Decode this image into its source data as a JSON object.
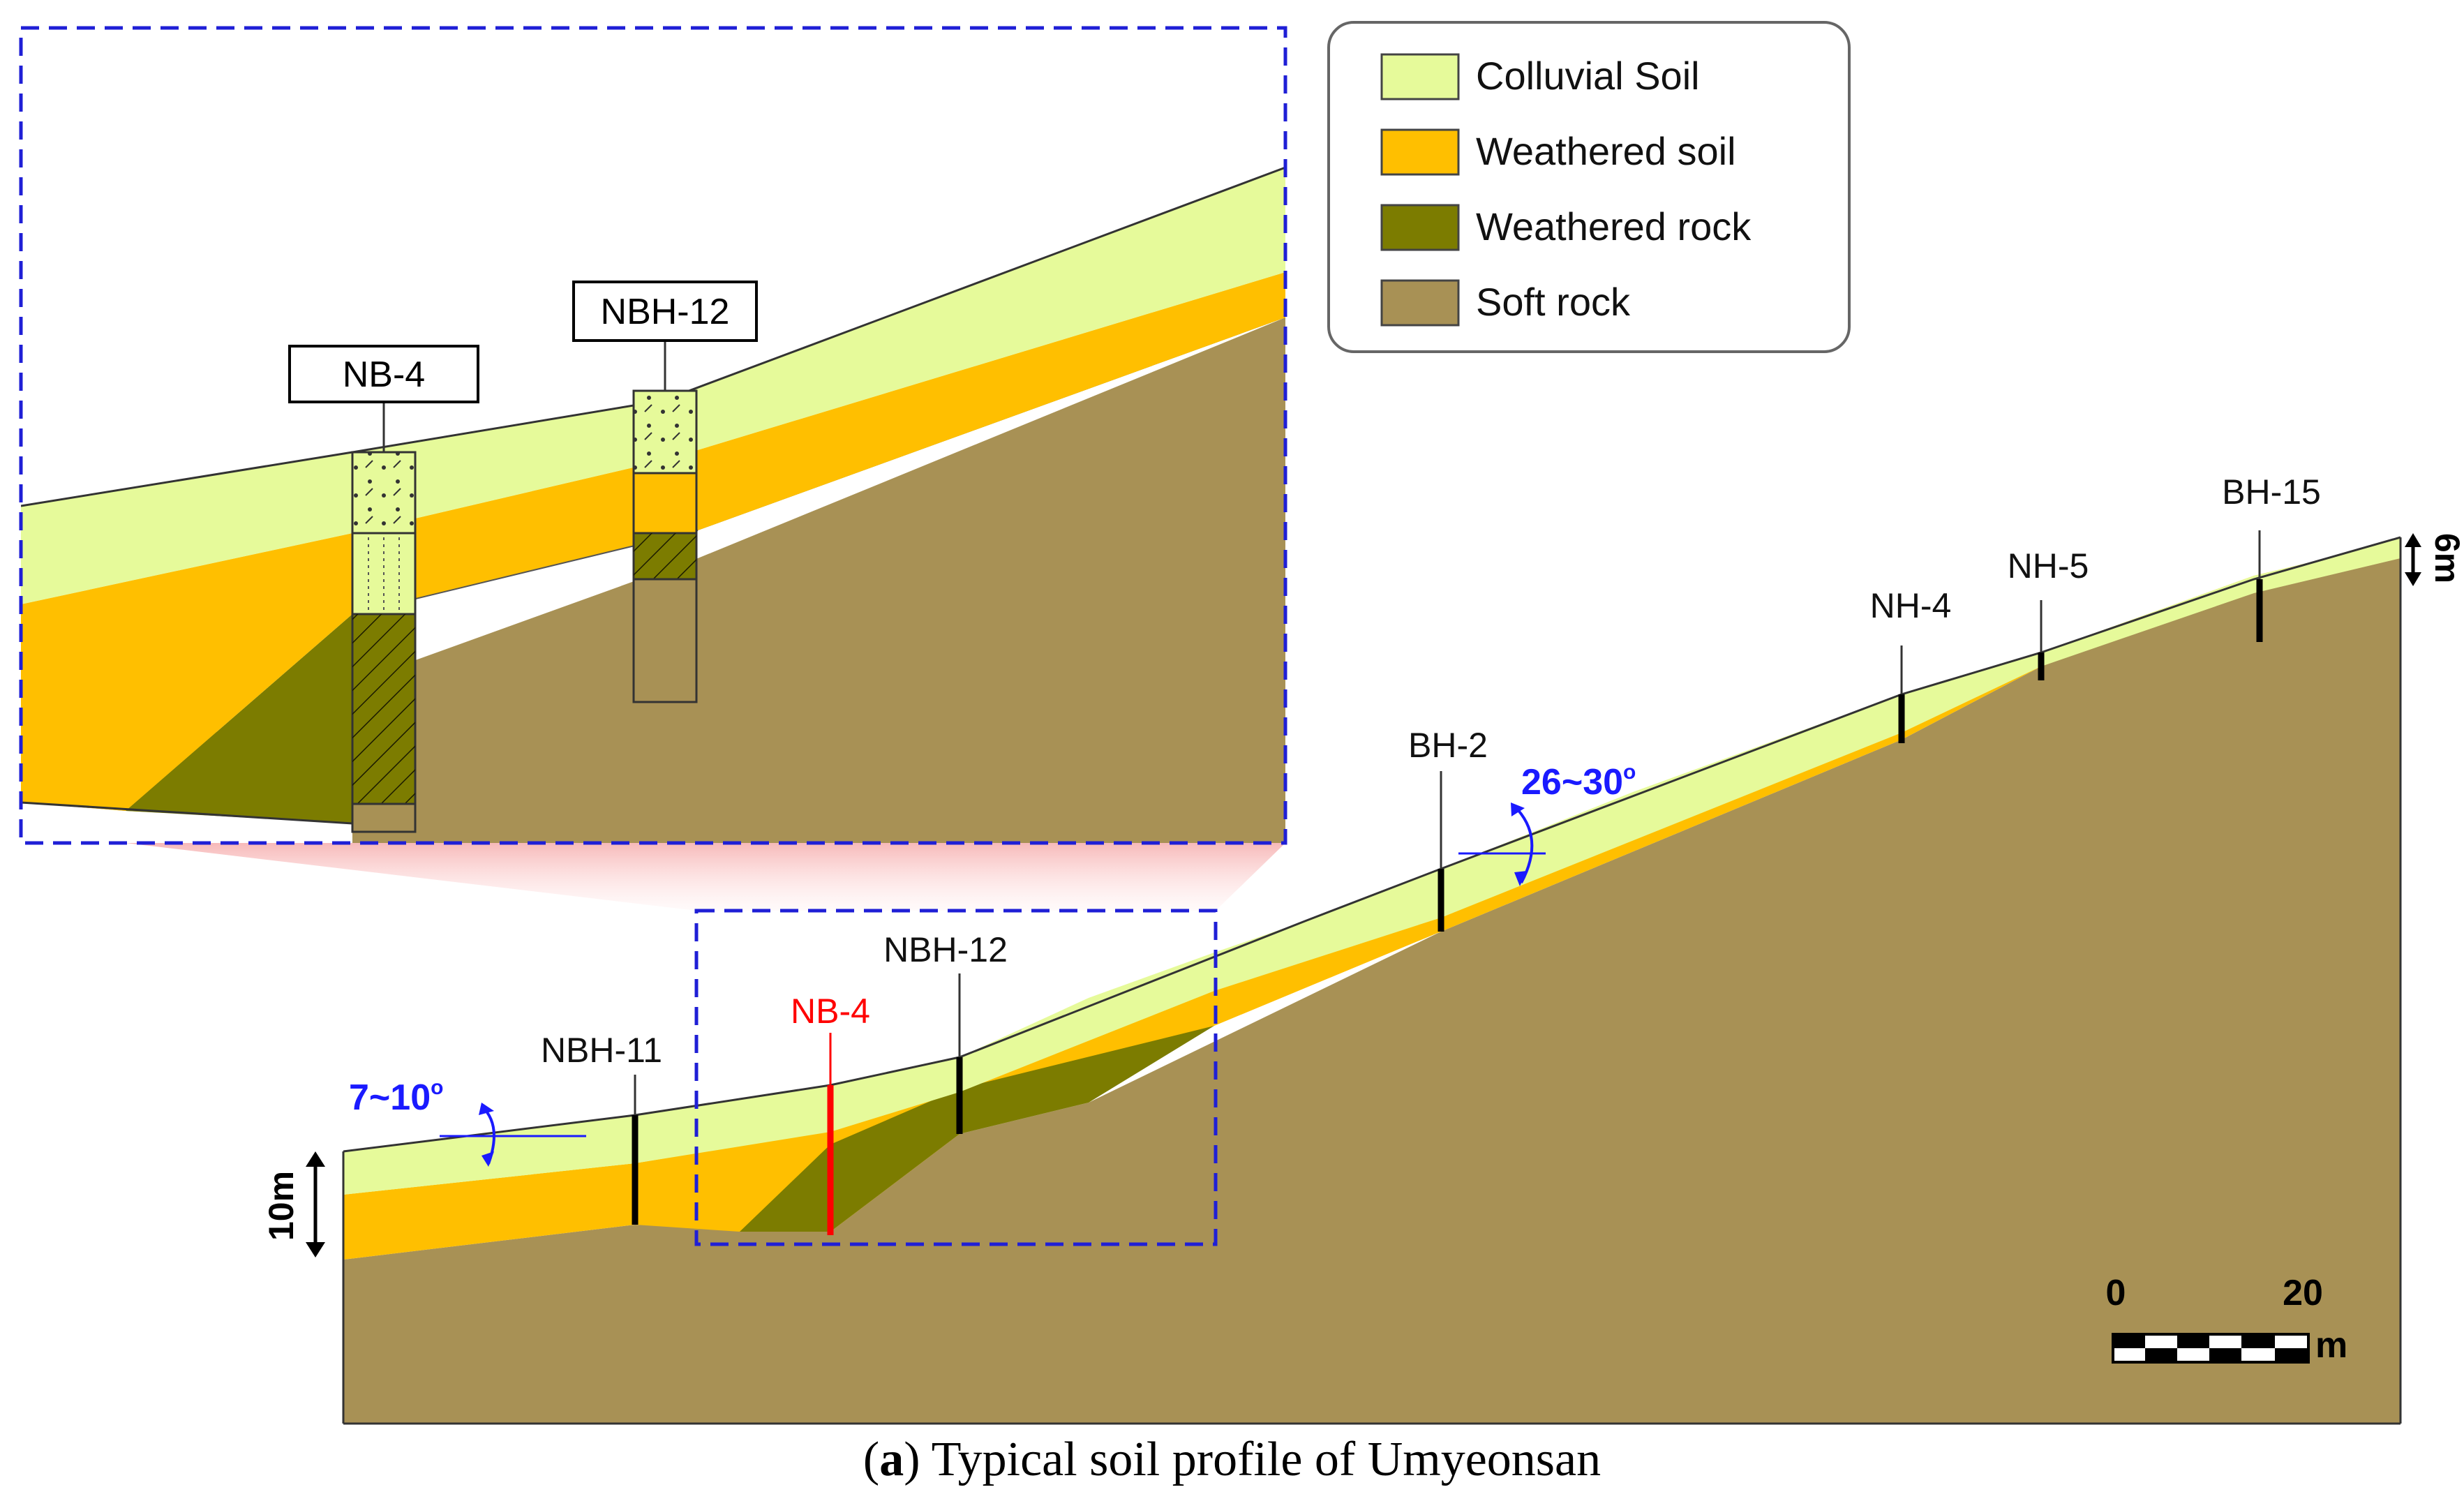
{
  "legend": {
    "items": [
      {
        "label": "Colluvial Soil",
        "color": "#e6fa9a"
      },
      {
        "label": "Weathered soil",
        "color": "#ffbf00"
      },
      {
        "label": "Weathered rock",
        "color": "#7c7c00"
      },
      {
        "label": "Soft rock",
        "color": "#a89155"
      }
    ]
  },
  "colors": {
    "colluvial": "#e6fa9a",
    "weathered_soil": "#ffbf00",
    "weathered_rock": "#7c7c00",
    "soft_rock": "#a89155",
    "angle_blue": "#1a1aff",
    "highlight_red": "#ff0000",
    "box_blue": "#1f1fd6"
  },
  "boreholes": {
    "nbh11": "NBH-11",
    "nb4": "NB-4",
    "nbh12": "NBH-12",
    "bh2": "BH-2",
    "nh4": "NH-4",
    "nh5": "NH-5",
    "bh15": "BH-15"
  },
  "inset": {
    "nb4": "NB-4",
    "nbh12": "NBH-12"
  },
  "angles": {
    "lower": "7~10",
    "upper": "26~30",
    "degree_mark": "o"
  },
  "dimensions": {
    "left": "10m",
    "right": "6m"
  },
  "scale_bar": {
    "zero": "0",
    "twenty": "20",
    "unit": "m"
  },
  "caption": {
    "letter": "a",
    "text": " Typical soil profile of Umyeonsan"
  }
}
